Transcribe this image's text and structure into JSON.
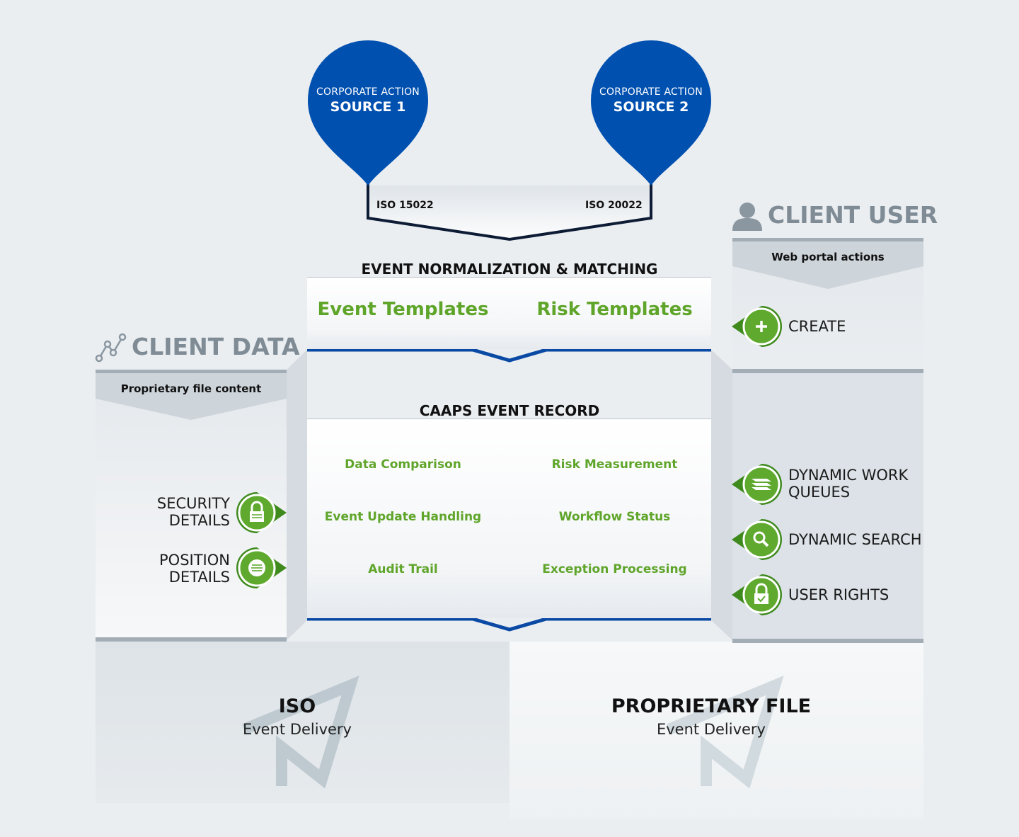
{
  "sources": [
    {
      "subtitle": "CORPORATE ACTION",
      "title": "SOURCE 1",
      "standard": "ISO 15022"
    },
    {
      "subtitle": "CORPORATE ACTION",
      "title": "SOURCE 2",
      "standard": "ISO 20022"
    }
  ],
  "normalization": {
    "title": "EVENT NORMALIZATION & MATCHING",
    "templates": [
      "Event Templates",
      "Risk Templates"
    ]
  },
  "event_record": {
    "title": "CAAPS EVENT RECORD",
    "functions": [
      "Data Comparison",
      "Risk Measurement",
      "Event Update Handling",
      "Workflow Status",
      "Audit Trail",
      "Exception Processing"
    ]
  },
  "client_data": {
    "title": "CLIENT DATA",
    "banner": "Proprietary file content",
    "items": [
      {
        "line1": "SECURITY",
        "line2": "DETAILS",
        "icon": "lock-icon"
      },
      {
        "line1": "POSITION",
        "line2": "DETAILS",
        "icon": "seal-icon"
      }
    ]
  },
  "client_user": {
    "title": "CLIENT USER",
    "banner": "Web portal actions",
    "create": {
      "label": "CREATE",
      "icon": "plus-icon"
    },
    "items": [
      {
        "line1": "DYNAMIC WORK",
        "line2": "QUEUES",
        "icon": "stack-icon"
      },
      {
        "line1": "DYNAMIC SEARCH",
        "line2": "",
        "icon": "search-icon"
      },
      {
        "line1": "USER RIGHTS",
        "line2": "",
        "icon": "lock-check-icon"
      }
    ]
  },
  "delivery": [
    {
      "title": "ISO",
      "subtitle": "Event Delivery"
    },
    {
      "title": "PROPRIETARY FILE",
      "subtitle": "Event Delivery"
    }
  ],
  "colors": {
    "pin_blue": "#0050b0",
    "accent_green": "#5fa52a",
    "connector_navy": "#0d1b35",
    "panel_blue": "#0a4aa4",
    "muted_gray": "#7f8c96"
  }
}
